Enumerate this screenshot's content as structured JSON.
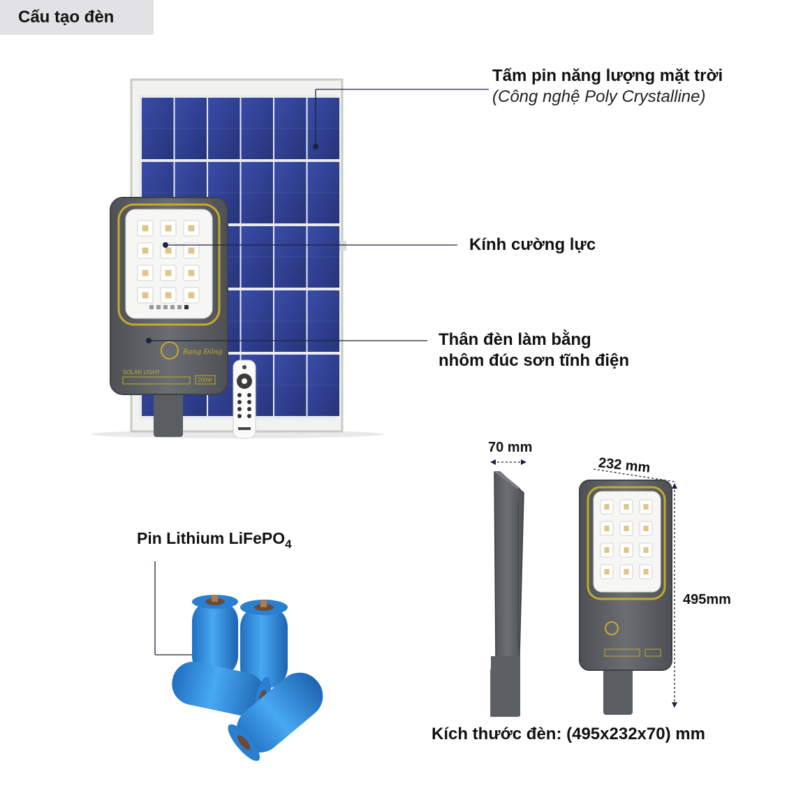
{
  "header": {
    "title": "Cấu tạo đèn"
  },
  "callouts": {
    "panel": {
      "title": "Tấm pin năng lượng mặt trời",
      "subtitle": "(Công nghệ Poly Crystalline)"
    },
    "glass": {
      "title": "Kính cường lực"
    },
    "body": {
      "line1": "Thân đèn làm bằng",
      "line2": "nhôm đúc sơn tĩnh điện"
    }
  },
  "battery": {
    "label_main": "Pin Lithium LiFePO",
    "label_sub": "4"
  },
  "dimensions": {
    "depth": "70 mm",
    "width": "232 mm",
    "height": "495mm",
    "summary": "Kích thước đèn: (495x232x70) mm"
  },
  "lamp_markings": {
    "brand": "Rạng Đông",
    "model_text": "SOLAR LIGHT",
    "power": "200W"
  },
  "colors": {
    "panel_cell": "#2f3f8f",
    "lamp_body": "#5e6266",
    "lamp_accent": "#c8a92a",
    "battery": "#2f8fe0",
    "leader_line": "#1c2140"
  },
  "icons": [
    "solar-panel-image",
    "street-lamp-image",
    "remote-control-image",
    "battery-cell-image"
  ]
}
